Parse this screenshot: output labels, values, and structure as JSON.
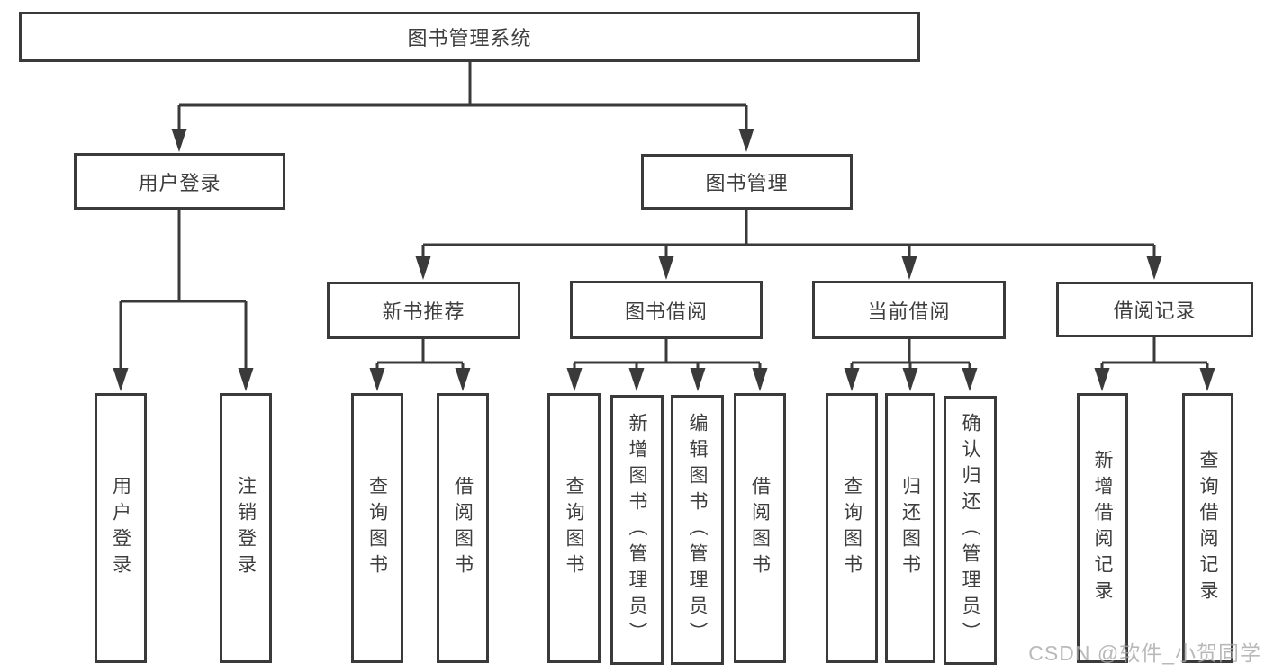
{
  "diagram": {
    "root": {
      "label": "图书管理系统"
    },
    "level2": [
      {
        "label": "用户登录",
        "children": [
          {
            "label": "用户登录"
          },
          {
            "label": "注销登录"
          }
        ]
      },
      {
        "label": "图书管理",
        "children": [
          {
            "label": "新书推荐",
            "children": [
              {
                "label": "查询图书"
              },
              {
                "label": "借阅图书"
              }
            ]
          },
          {
            "label": "图书借阅",
            "children": [
              {
                "label": "查询图书"
              },
              {
                "label": "新增图书（管理员）"
              },
              {
                "label": "编辑图书（管理员）"
              },
              {
                "label": "借阅图书"
              }
            ]
          },
          {
            "label": "当前借阅",
            "children": [
              {
                "label": "查询图书"
              },
              {
                "label": "归还图书"
              },
              {
                "label": "确认归还（管理员）"
              }
            ]
          },
          {
            "label": "借阅记录",
            "children": [
              {
                "label": "新增借阅记录"
              },
              {
                "label": "查询借阅记录"
              }
            ]
          }
        ]
      }
    ]
  },
  "watermark": "CSDN @软件_小贺同学",
  "colors": {
    "line": "#3a3a3a",
    "text": "#3e3e3e",
    "background": "#ffffff",
    "watermark": "#a8a8a8"
  }
}
